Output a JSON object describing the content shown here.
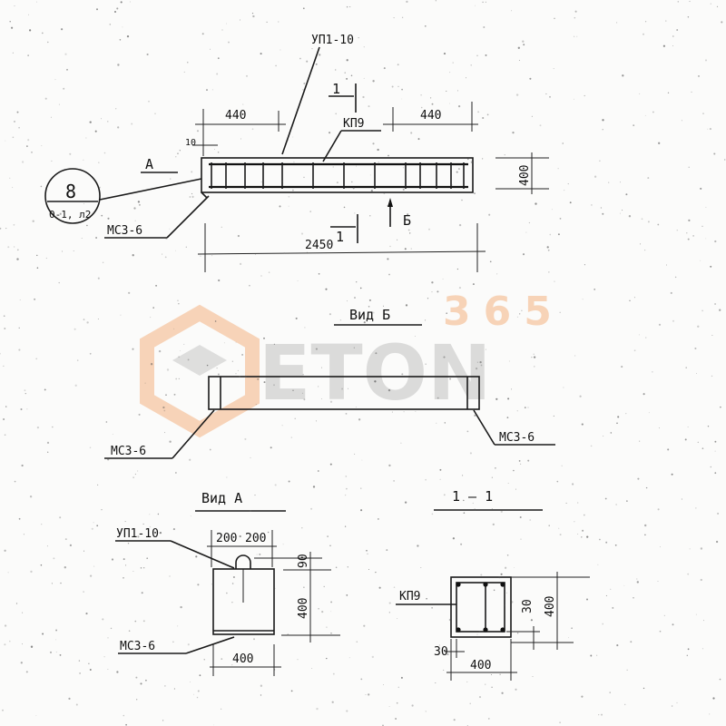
{
  "plan": {
    "callout_top": "УП1-10",
    "callout_rebar": "КП9",
    "section_mark": "1",
    "view_a_mark": "А",
    "view_b_mark": "Б",
    "dim_left": "440",
    "dim_right": "440",
    "dim_offset": "10",
    "dim_height": "400",
    "dim_length": "2450",
    "plate_label": "МС3-6",
    "node_number": "8",
    "node_ref": "0-1, л2"
  },
  "view_b": {
    "title": "Вид Б",
    "label_left": "МС3-6",
    "label_right": "МС3-6"
  },
  "view_a": {
    "title": "Вид А",
    "loop_label": "УП1-10",
    "plate_label": "МС3-6",
    "dim_half_left": "200",
    "dim_half_right": "200",
    "dim_loop": "90",
    "dim_height": "400",
    "dim_width": "400"
  },
  "section": {
    "title": "1 — 1",
    "rebar_label": "КП9",
    "dim_cover_v": "30",
    "dim_height": "400",
    "dim_cover_h": "30",
    "dim_width": "400"
  },
  "watermark": {
    "brand": "ETON",
    "number": "365",
    "colors": {
      "orange": "#f08a3c",
      "gray": "#9a9a9a"
    }
  }
}
